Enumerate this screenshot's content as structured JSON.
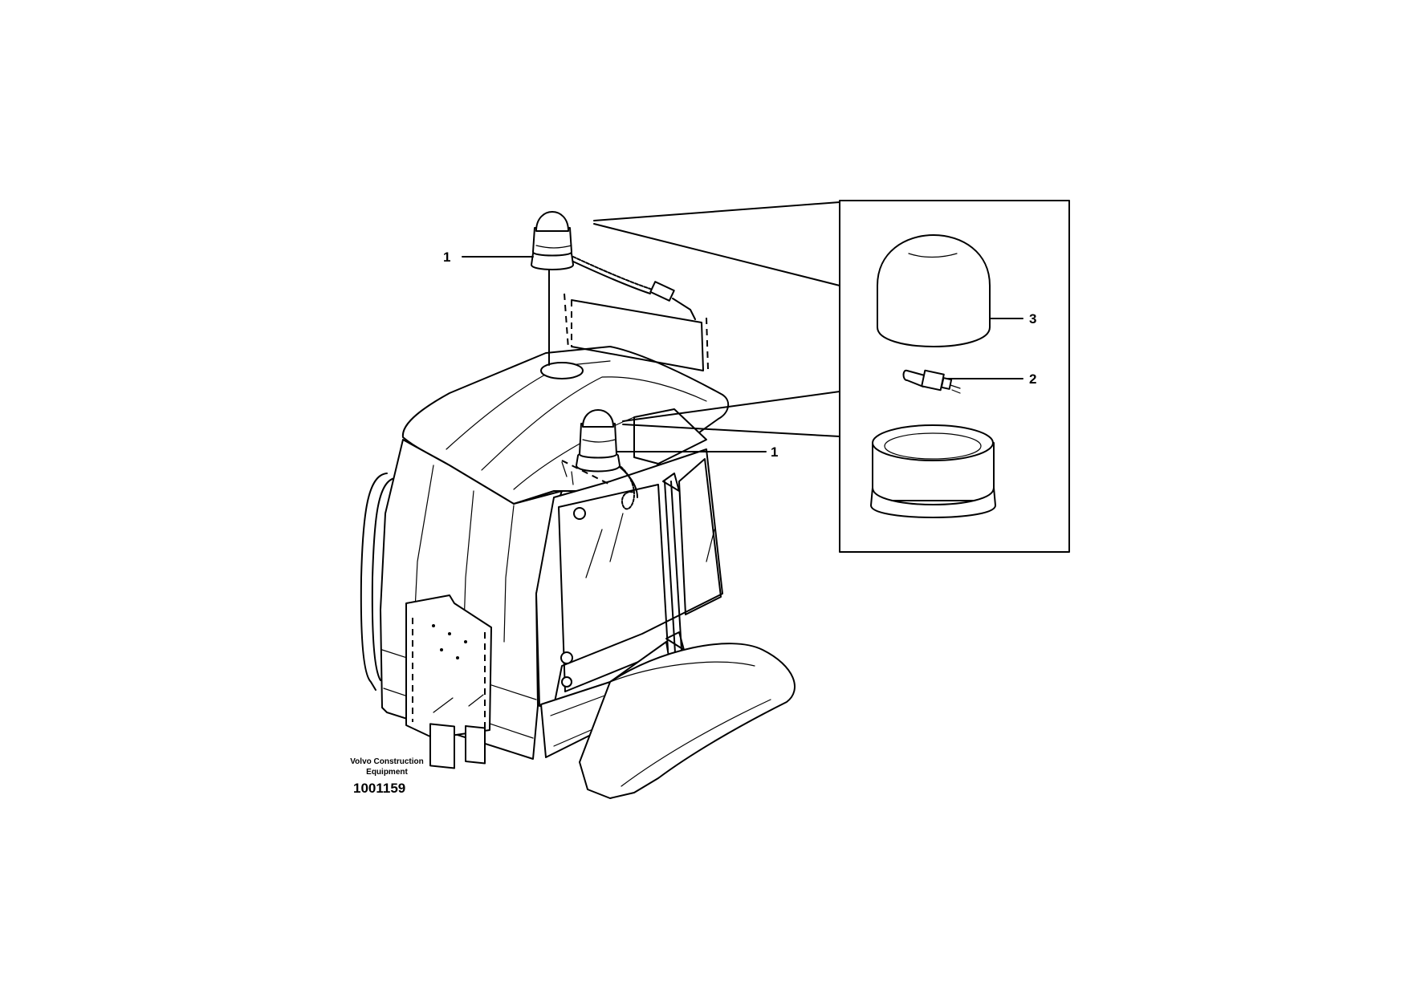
{
  "diagram": {
    "callouts": [
      {
        "id": "callout-1-top",
        "text": "1"
      },
      {
        "id": "callout-1-lower",
        "text": "1"
      },
      {
        "id": "callout-3",
        "text": "3"
      },
      {
        "id": "callout-2",
        "text": "2"
      }
    ],
    "publisher": "Volvo Construction\nEquipment",
    "drawing_number": "1001159"
  }
}
